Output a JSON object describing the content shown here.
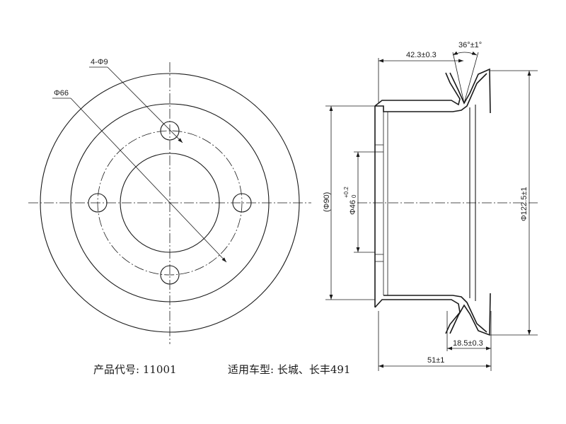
{
  "front_view": {
    "hole_callout": "4-Φ9",
    "pcd_callout": "Φ66"
  },
  "side_view": {
    "groove_angle": "36°±1°",
    "depth_dim": "42.3±0.3",
    "ref_dia": "(Φ90)",
    "bore_dia": "Φ46",
    "bore_tol_upper": "+0.2",
    "bore_tol_lower": "0",
    "outer_dia": "Φ122.5±1",
    "groove_width": "18.5±0.3",
    "overall_width": "51±1"
  },
  "caption": {
    "product_code": "产品代号: 11001",
    "application": "适用车型: 长城、长丰491"
  }
}
